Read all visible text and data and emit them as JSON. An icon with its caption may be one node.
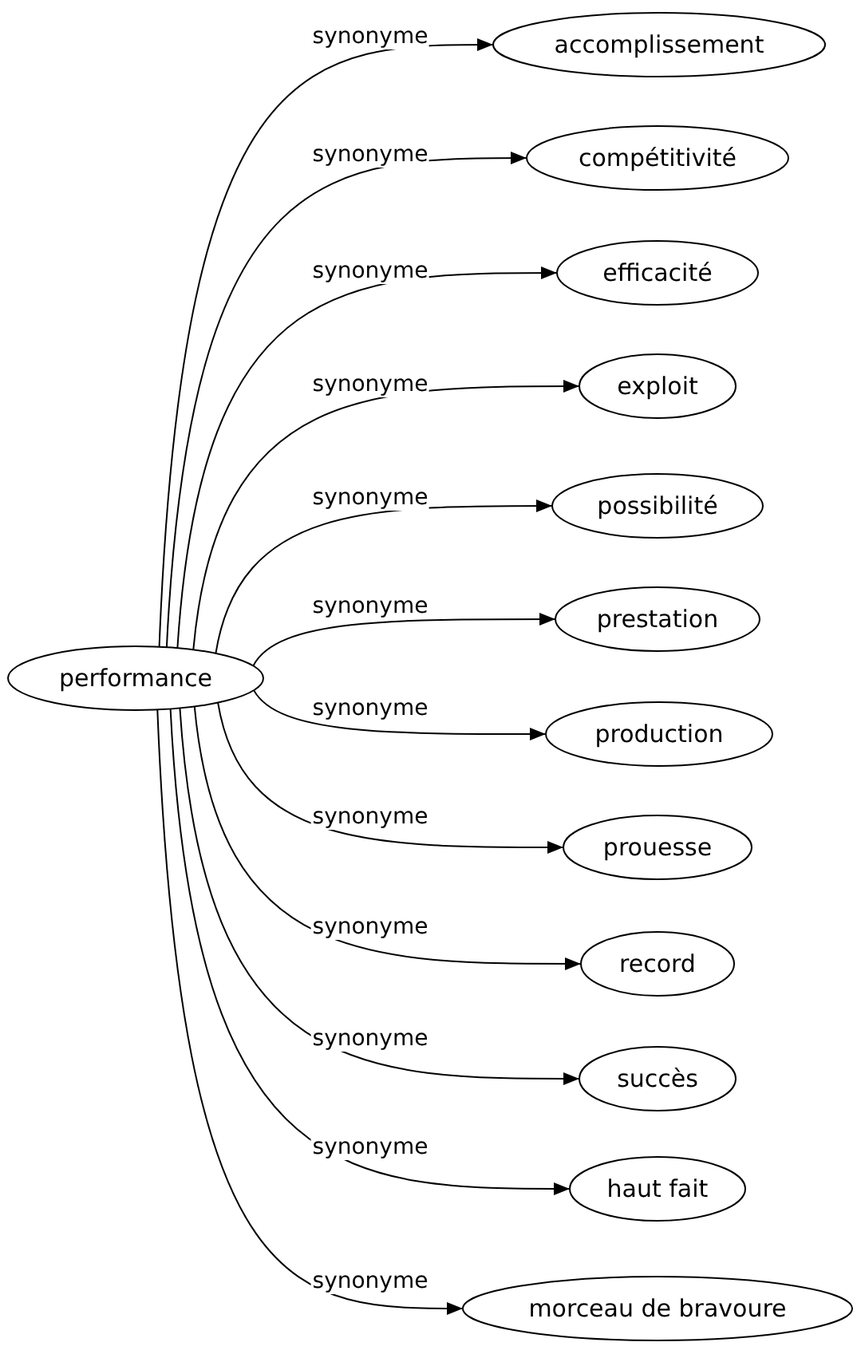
{
  "diagram": {
    "nodes": [
      {
        "text": [
          "performance"
        ]
      },
      {
        "text": [
          "accomplissement"
        ]
      },
      {
        "text": [
          "compétitivité"
        ]
      },
      {
        "text": [
          "efficacité"
        ]
      },
      {
        "text": [
          "exploit"
        ]
      },
      {
        "text": [
          "possibilité"
        ]
      },
      {
        "text": [
          "prestation"
        ]
      },
      {
        "text": [
          "production"
        ]
      },
      {
        "text": [
          "prouesse"
        ]
      },
      {
        "text": [
          "record"
        ]
      },
      {
        "text": [
          "succès"
        ]
      },
      {
        "text": [
          "haut fait"
        ]
      },
      {
        "text": [
          "morceau de bravoure"
        ]
      }
    ],
    "edges": [
      {
        "from": 0,
        "to": 1,
        "arrow": "to",
        "label": "synonyme"
      },
      {
        "from": 0,
        "to": 2,
        "arrow": "to",
        "label": "synonyme"
      },
      {
        "from": 0,
        "to": 3,
        "arrow": "to",
        "label": "synonyme"
      },
      {
        "from": 0,
        "to": 4,
        "arrow": "to",
        "label": "synonyme"
      },
      {
        "from": 0,
        "to": 5,
        "arrow": "to",
        "label": "synonyme"
      },
      {
        "from": 0,
        "to": 6,
        "arrow": "to",
        "label": "synonyme"
      },
      {
        "from": 0,
        "to": 7,
        "arrow": "to",
        "label": "synonyme"
      },
      {
        "from": 0,
        "to": 8,
        "arrow": "to",
        "label": "synonyme"
      },
      {
        "from": 0,
        "to": 9,
        "arrow": "to",
        "label": "synonyme"
      },
      {
        "from": 0,
        "to": 10,
        "arrow": "to",
        "label": "synonyme"
      },
      {
        "from": 0,
        "to": 11,
        "arrow": "to",
        "label": "synonyme"
      },
      {
        "from": 0,
        "to": 12,
        "arrow": "to",
        "label": "synonyme"
      }
    ]
  }
}
